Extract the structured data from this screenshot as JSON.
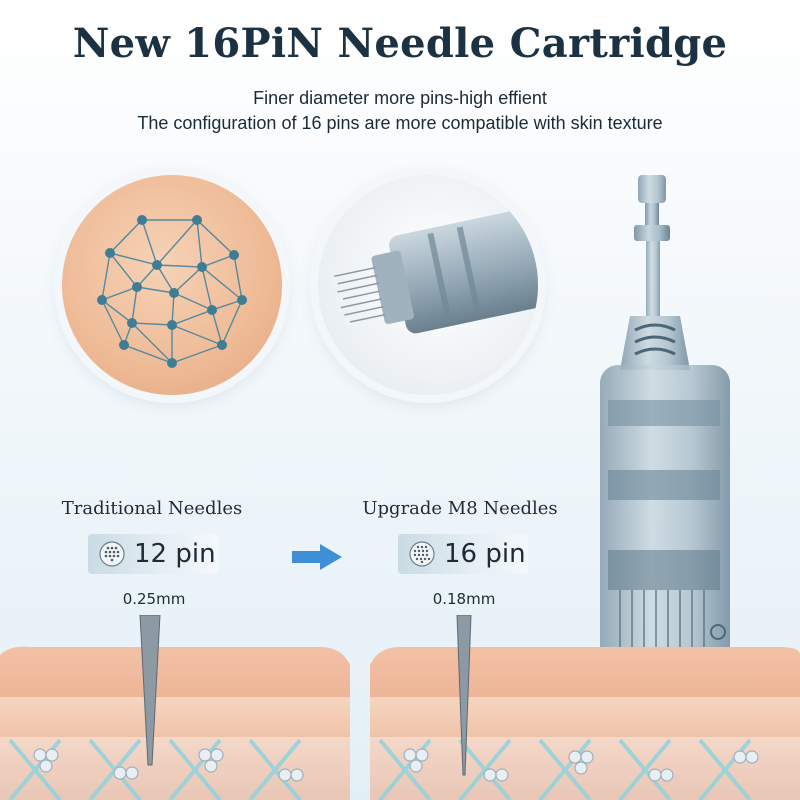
{
  "header": {
    "title": "New 16PiN Needle Cartridge",
    "subtitle_line1": "Finer diameter more pins-high effient",
    "subtitle_line2": "The configuration of 16 pins are more compatible with skin texture"
  },
  "comparison": {
    "traditional": {
      "label": "Traditional Needles",
      "pin_count": "12 pin",
      "diameter": "0.25mm"
    },
    "upgrade": {
      "label": "Upgrade M8 Needles",
      "pin_count": "16 pin",
      "diameter": "0.18mm"
    },
    "arrow_icon": "arrow-right-icon"
  },
  "colors": {
    "title": "#1c3142",
    "arrow": "#3e8fd6",
    "skin": "#efb898",
    "node": "#3f7d94"
  }
}
